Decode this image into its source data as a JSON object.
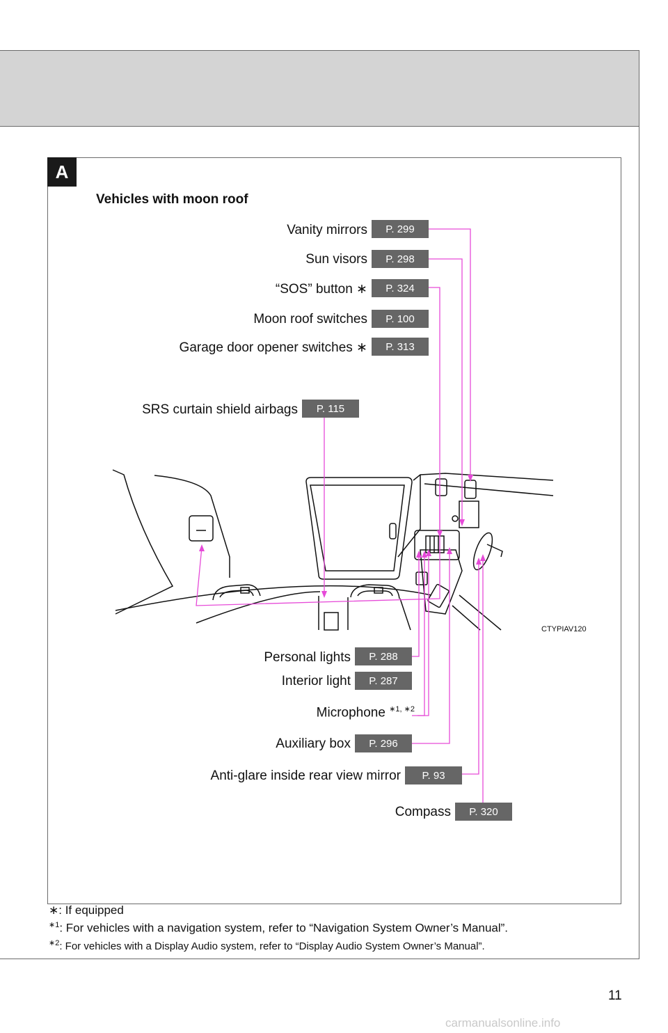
{
  "section": {
    "badge": "A",
    "title": "Vehicles with moon roof"
  },
  "image_code": "CTYPIAV120",
  "callouts_top": [
    {
      "label": "Vanity mirrors",
      "page": "P. 299"
    },
    {
      "label": "Sun visors",
      "page": "P. 298"
    },
    {
      "label": "“SOS” button ∗",
      "page": "P. 324"
    },
    {
      "label": "Moon roof switches",
      "page": "P. 100"
    },
    {
      "label": "Garage door opener switches ∗",
      "page": "P. 313"
    },
    {
      "label": "SRS curtain shield airbags",
      "page": "P. 115"
    }
  ],
  "callouts_bottom": [
    {
      "label": "Personal lights",
      "page": "P. 288"
    },
    {
      "label": "Interior light",
      "page": "P. 287"
    },
    {
      "label": "Microphone ",
      "sup": "∗1, ∗2"
    },
    {
      "label": "Auxiliary box",
      "page": "P. 296"
    },
    {
      "label": "Anti-glare inside rear view mirror",
      "page": "P. 93"
    },
    {
      "label": "Compass",
      "page": "P. 320"
    }
  ],
  "footnotes": {
    "if_equipped": "∗: If equipped",
    "note1_mark": "∗1",
    "note1": ": For vehicles with a navigation system, refer to “Navigation System Owner’s Manual”.",
    "note2_mark": "∗2",
    "note2": ": For vehicles with a Display Audio system, refer to “Display Audio System Owner’s Manual”."
  },
  "page_number": "11",
  "watermark": "carmanualsonline.info",
  "colors": {
    "leader": "#e64ad8",
    "page_box": "#666666",
    "header_band": "#d4d4d4"
  }
}
